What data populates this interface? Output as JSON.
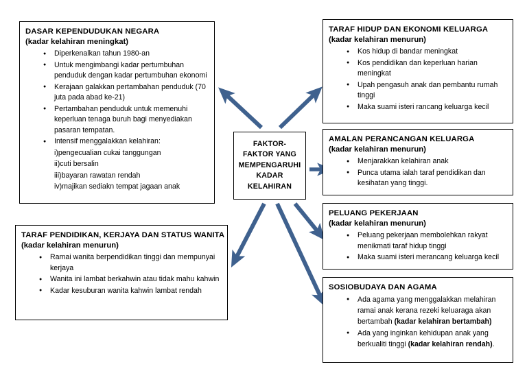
{
  "diagram": {
    "title": "Faktor-Faktor Yang Mempengaruhi Kadar Kelahiran",
    "arrow_color": "#3F618E",
    "box_border_color": "#000000",
    "background_color": "#FFFFFF"
  },
  "center": {
    "line1": "FAKTOR-",
    "line2": "FAKTOR YANG",
    "line3": "MEMPENGARUHI",
    "line4": "KADAR",
    "line5": "KELAHIRAN"
  },
  "nodes": {
    "dasar": {
      "title": "DASAR KEPENDUDUKAN NEGARA",
      "subtitle": "(kadar kelahiran meningkat)",
      "bullets": [
        "Diperkenalkan tahun 1980-an",
        "Untuk mengimbangi kadar pertumbuhan penduduk dengan kadar pertumbuhan ekonomi",
        "Kerajaan galakkan pertambahan penduduk (70 juta pada abad ke-21)",
        "Pertambahan penduduk untuk memenuhi keperluan tenaga buruh bagi menyediakan pasaran tempatan.",
        "Intensif menggalakkan kelahiran:"
      ],
      "sublist": [
        "i)pengecualian cukai tanggungan",
        "ii)cuti bersalin",
        "iii)bayaran rawatan rendah",
        "iv)majikan sediakn tempat jagaan anak"
      ]
    },
    "pendidikan": {
      "title": "TARAF PENDIDIKAN, KERJAYA DAN STATUS WANITA",
      "subtitle": "(kadar kelahiran menurun)",
      "bullets": [
        "Ramai wanita berpendidikan tinggi dan mempunyai kerjaya",
        "Wanita ini lambat berkahwin atau tidak mahu kahwin",
        "Kadar kesuburan wanita kahwin lambat rendah"
      ]
    },
    "taraf_hidup": {
      "title": "TARAF HIDUP DAN EKONOMI KELUARGA",
      "subtitle": "(kadar kelahiran menurun)",
      "bullets": [
        "Kos hidup di bandar meningkat",
        "Kos pendidikan dan keperluan harian meningkat",
        "Upah pengasuh anak dan pembantu rumah tinggi",
        "Maka suami isteri rancang keluarga kecil"
      ]
    },
    "amalan": {
      "title": "AMALAN PERANCANGAN KELUARGA",
      "subtitle": "(kadar kelahiran menurun)",
      "bullets": [
        "Menjarakkan kelahiran anak",
        "Punca utama ialah taraf pendidikan dan kesihatan yang tinggi."
      ]
    },
    "peluang": {
      "title": "PELUANG PEKERJAAN",
      "subtitle": "(kadar kelahiran menurun)",
      "bullets": [
        "Peluang pekerjaan membolehkan rakyat menikmati taraf hidup tinggi",
        "Maka suami isteri merancang keluarga kecil"
      ]
    },
    "sosio": {
      "title": "SOSIOBUDAYA DAN AGAMA",
      "subtitle": "",
      "bullet1_part1": "Ada agama yang menggalakkan melahiran ramai anak kerana rezeki keluaraga akan bertambah ",
      "bullet1_bold": "(kadar kelahiran bertambah)",
      "bullet2_part1": "Ada yang inginkan kehidupan anak yang berkualiti tinggi ",
      "bullet2_bold": "(kadar kelahiran rendah)",
      "bullet2_part2": "."
    }
  },
  "arrows": [
    {
      "name": "arrow-center-to-dasar",
      "direction": "up-left"
    },
    {
      "name": "arrow-center-to-taraf-hidup",
      "direction": "up-right"
    },
    {
      "name": "arrow-center-to-amalan",
      "direction": "right"
    },
    {
      "name": "arrow-center-to-pendidikan",
      "direction": "down-left"
    },
    {
      "name": "arrow-center-to-peluang",
      "direction": "down-right"
    },
    {
      "name": "arrow-center-to-sosio",
      "direction": "down-right-long"
    }
  ]
}
